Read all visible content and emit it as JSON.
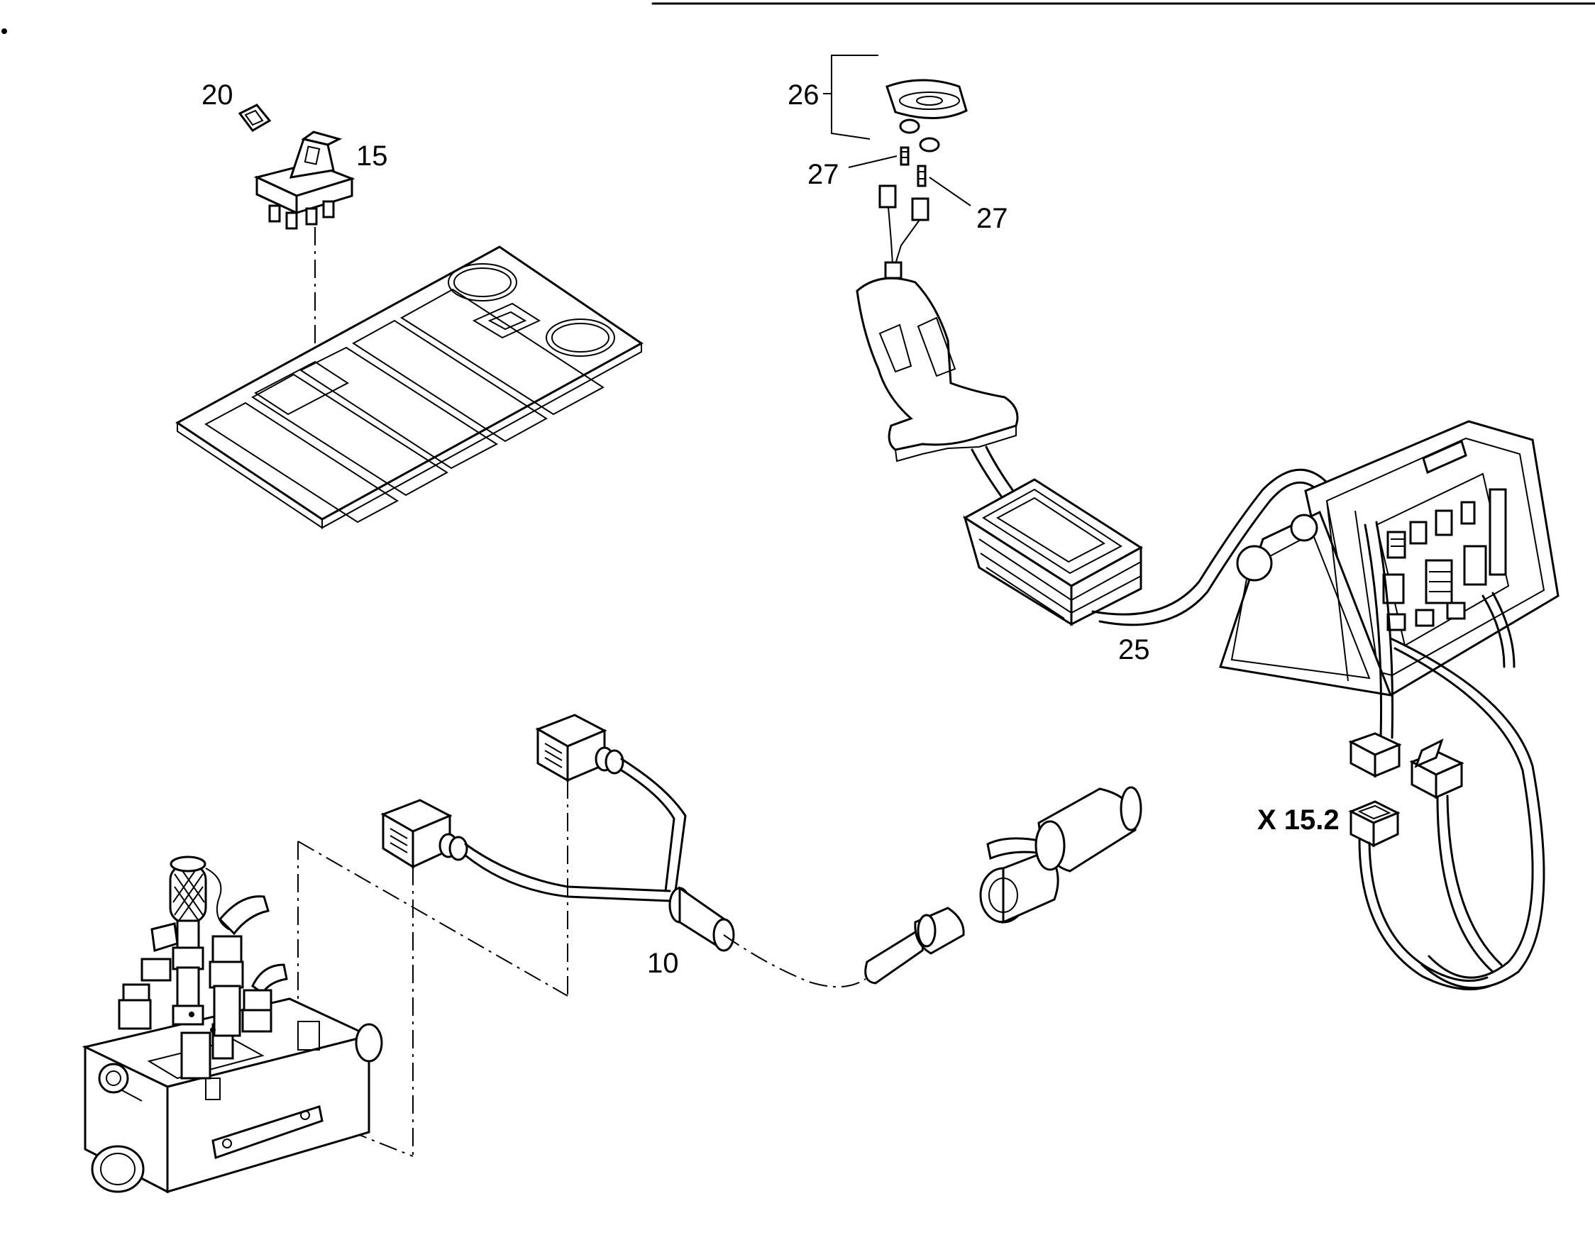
{
  "callouts": {
    "c20": "20",
    "c15": "15",
    "c26": "26",
    "c27a": "27",
    "c27b": "27",
    "c25": "25",
    "c10": "10",
    "connector": "X 15.2"
  },
  "colors": {
    "line": "#000000",
    "background": "#ffffff"
  }
}
